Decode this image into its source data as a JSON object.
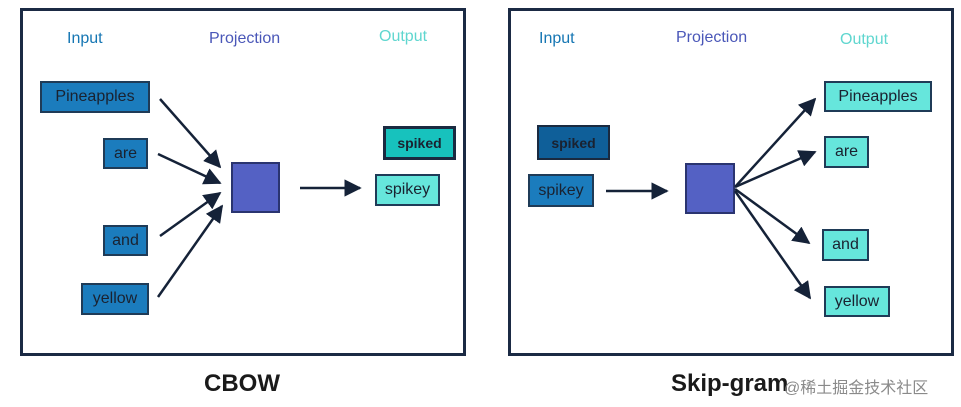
{
  "colors": {
    "input_header": "#1576b3",
    "projection_header": "#4a57b8",
    "output_header": "#5fd6cf",
    "input_box": "#1b7cbd",
    "input_box_dark": "#0f5f99",
    "output_box": "#66e6dc",
    "output_box_dark": "#17c2bd",
    "projection_box": "#5461c4",
    "arrow": "#152238"
  },
  "cbow": {
    "headers": {
      "input": "Input",
      "projection": "Projection",
      "output": "Output"
    },
    "inputs": [
      "Pineapples",
      "are",
      "and",
      "yellow"
    ],
    "output_highlight": "spiked",
    "output": "spikey",
    "caption": "CBOW"
  },
  "skipgram": {
    "headers": {
      "input": "Input",
      "projection": "Projection",
      "output": "Output"
    },
    "input_highlight": "spiked",
    "input": "spikey",
    "outputs": [
      "Pineapples",
      "are",
      "and",
      "yellow"
    ],
    "caption": "Skip-gram"
  },
  "watermark": "@稀土掘金技术社区"
}
